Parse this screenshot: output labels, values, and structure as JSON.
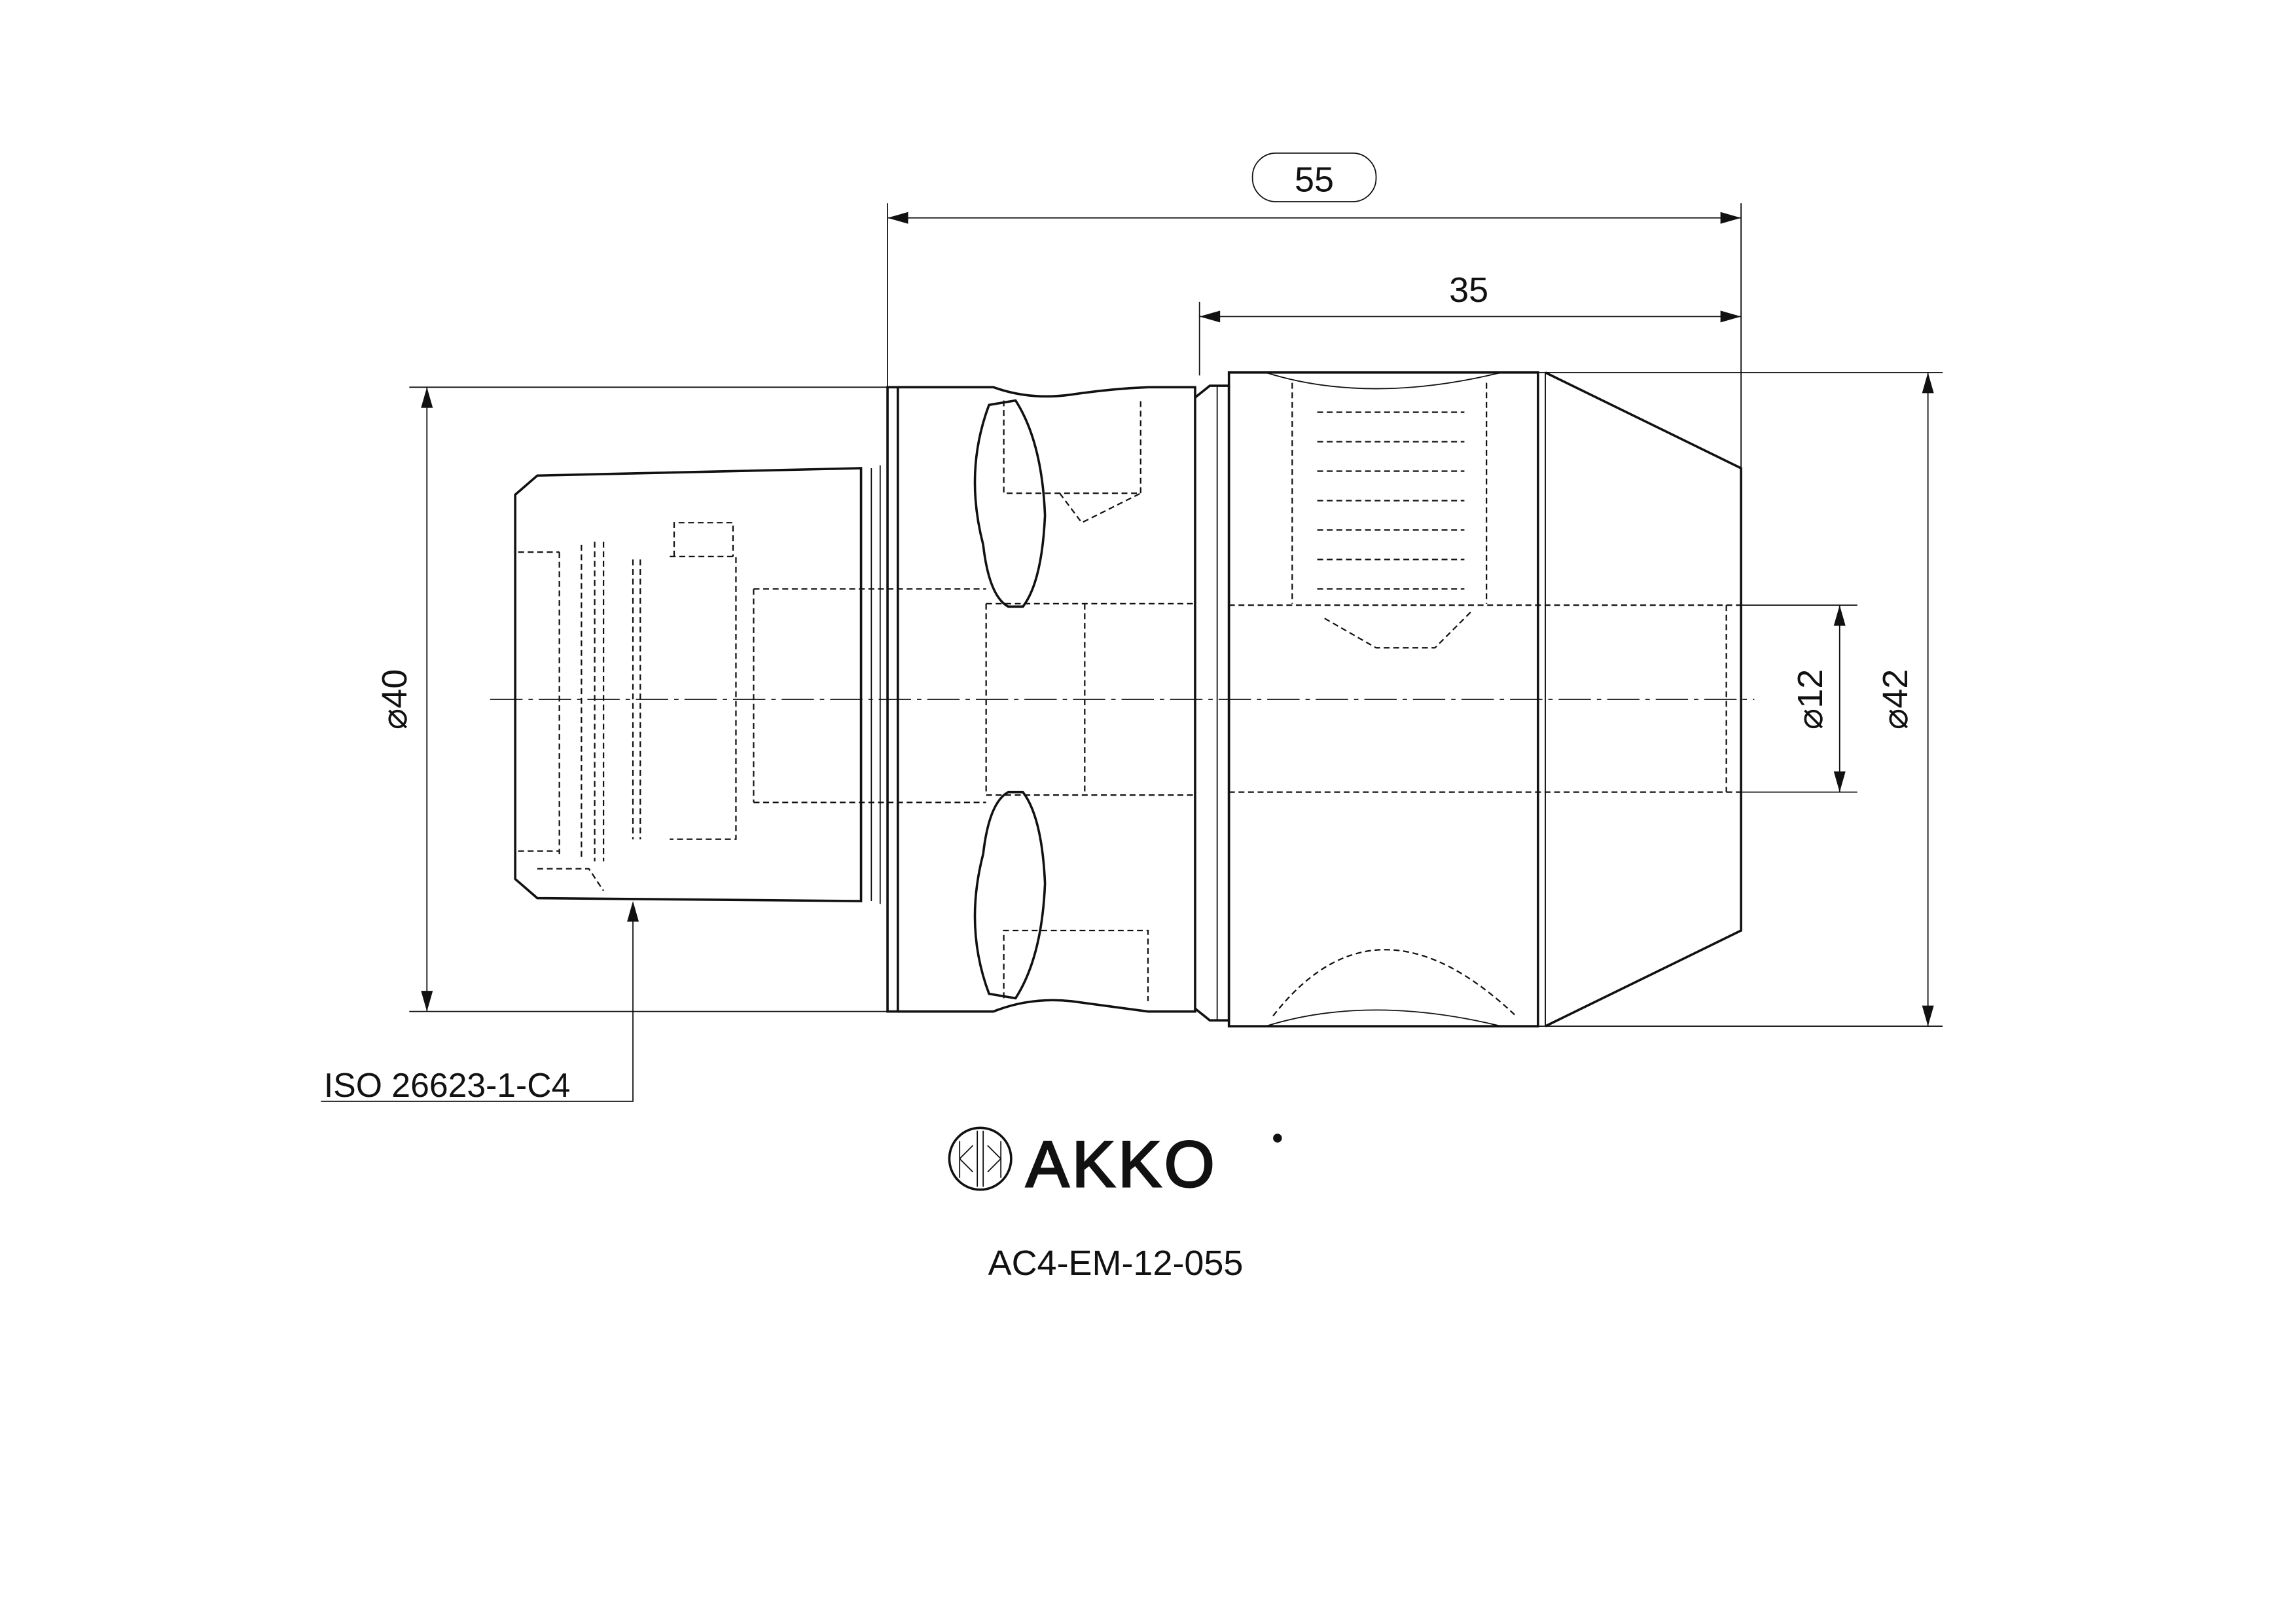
{
  "dimensions": {
    "overall_length": "55",
    "head_length": "35",
    "shank_diameter": "⌀40",
    "body_diameter": "⌀42",
    "bore_diameter": "⌀12"
  },
  "callout": {
    "standard": "ISO 26623-1-C4"
  },
  "logo": {
    "brand": "AKKO",
    "registered": "®"
  },
  "part_number": "AC4-EM-12-055",
  "colors": {
    "line": "#111111",
    "background": "#ffffff"
  }
}
